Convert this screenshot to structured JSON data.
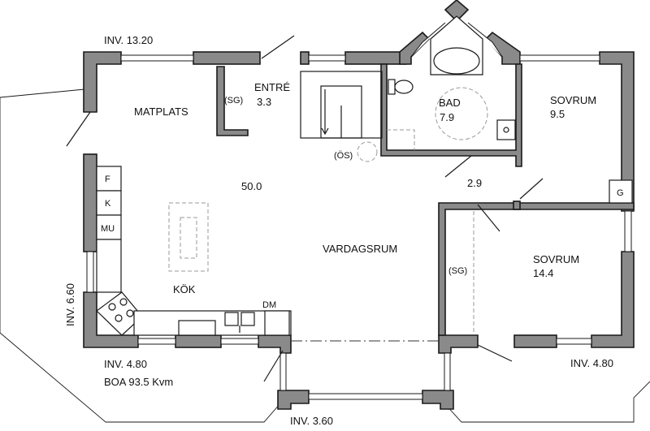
{
  "rooms": {
    "matplats": "MATPLATS",
    "entre": "ENTRÉ",
    "entre_area": "3.3",
    "sg_entre": "(SG)",
    "bad": "BAD",
    "bad_area": "7.9",
    "os": "(ÖS)",
    "sovrum1": "SOVRUM",
    "sovrum1_area": "9.5",
    "hall_area": "2.9",
    "main_area": "50.0",
    "vardagsrum": "VARDAGSRUM",
    "kok": "KÖK",
    "sovrum2": "SOVRUM",
    "sovrum2_area": "14.4",
    "sg_sovrum": "(SG)",
    "g": "G",
    "f": "F",
    "k": "K",
    "mu": "MU",
    "dm": "DM"
  },
  "dimensions": {
    "top": "INV. 13.20",
    "left": "INV. 6.60",
    "bottom_left": "INV. 4.80",
    "bottom_right": "INV. 4.80",
    "bottom": "INV. 3.60",
    "boa": "BOA  93.5  Kvm"
  }
}
